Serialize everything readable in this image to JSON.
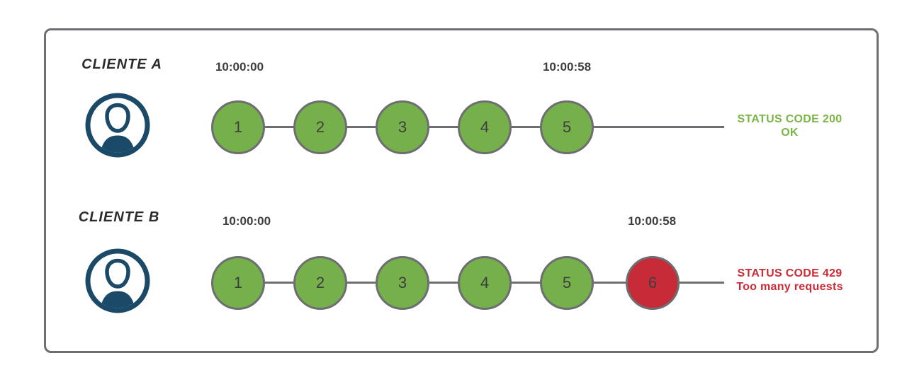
{
  "colors": {
    "success": "#76B04A",
    "error": "#C72B38",
    "success_text": "#79B546",
    "error_text": "#CB2B35",
    "stroke": "#6D6E71",
    "avatar": "#1A4A68",
    "text_dark": "#3E3E40"
  },
  "icons": {
    "client": "user-avatar-icon"
  },
  "rows": [
    {
      "client_label": "CLIENTE A",
      "start_time": "10:00:00",
      "end_time": "10:00:58",
      "steps": [
        "1",
        "2",
        "3",
        "4",
        "5"
      ],
      "status_line1": "STATUS CODE 200",
      "status_line2": "OK"
    },
    {
      "client_label": "CLIENTE B",
      "start_time": "10:00:00",
      "end_time": "10:00:58",
      "steps": [
        "1",
        "2",
        "3",
        "4",
        "5",
        "6"
      ],
      "status_line1": "STATUS CODE 429",
      "status_line2": "Too many requests"
    }
  ]
}
